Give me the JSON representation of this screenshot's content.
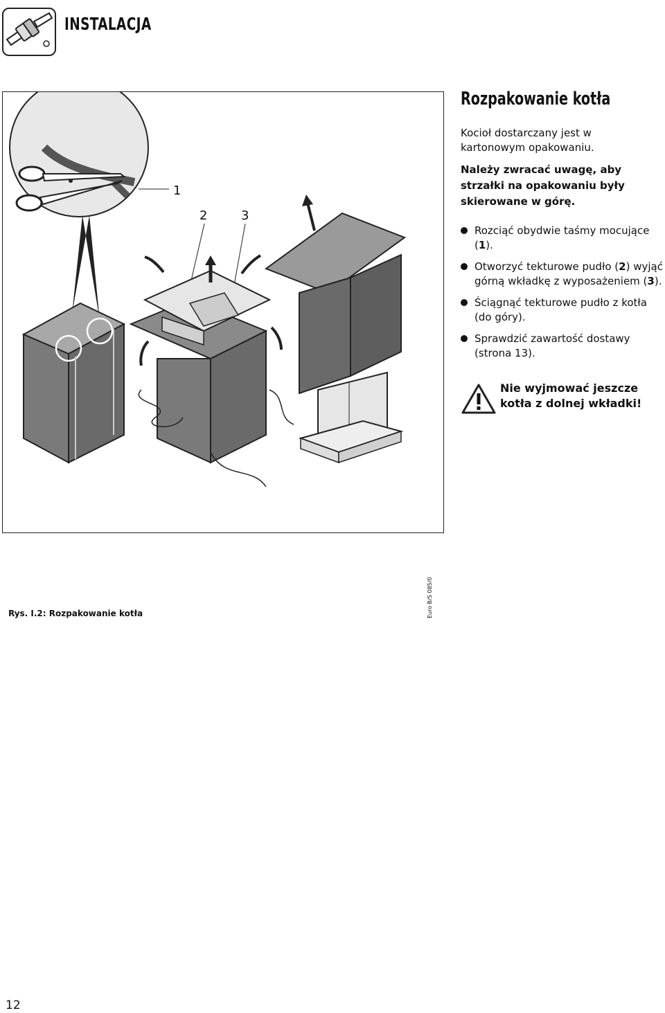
{
  "header": {
    "title": "INSTALACJA",
    "logo_icon": "pipe-fitting-icon"
  },
  "section": {
    "title": "Rozpakowanie kotła",
    "intro": "Kocioł dostarczany jest w kartonowym opakowaniu.",
    "notice": "Należy zwracać uwagę, aby strzałki na opakowaniu były skierowane w górę."
  },
  "steps": [
    {
      "before": "Rozciąć obydwie taśmy mocujące (",
      "ref": "1",
      "after": ")."
    },
    {
      "before": "Otworzyć tekturowe pudło (",
      "ref": "2",
      "middle": ") wyjąć górną wkładkę z wyposażeniem (",
      "ref2": "3",
      "after": ")."
    },
    {
      "before": "Ściągnąć tekturowe pudło z kotła (do góry)."
    },
    {
      "before": "Sprawdzić zawartość dostawy (strona 13)."
    }
  ],
  "warning": {
    "icon": "warning-triangle-icon",
    "text": "Nie wyjmować jeszcze kotła z dolnej wkładki!"
  },
  "figure": {
    "callouts": [
      "1",
      "2",
      "3"
    ],
    "caption": "Rys. I.2: Rozpakowanie kotła",
    "ref_code": "Euro B/S 085/0"
  },
  "footer": {
    "page_number": "12"
  },
  "colors": {
    "box_gray": "#7a7a7a",
    "box_dark": "#5e5e5e",
    "box_light": "#a8a8a8",
    "insert_light": "#e6e6e6"
  }
}
